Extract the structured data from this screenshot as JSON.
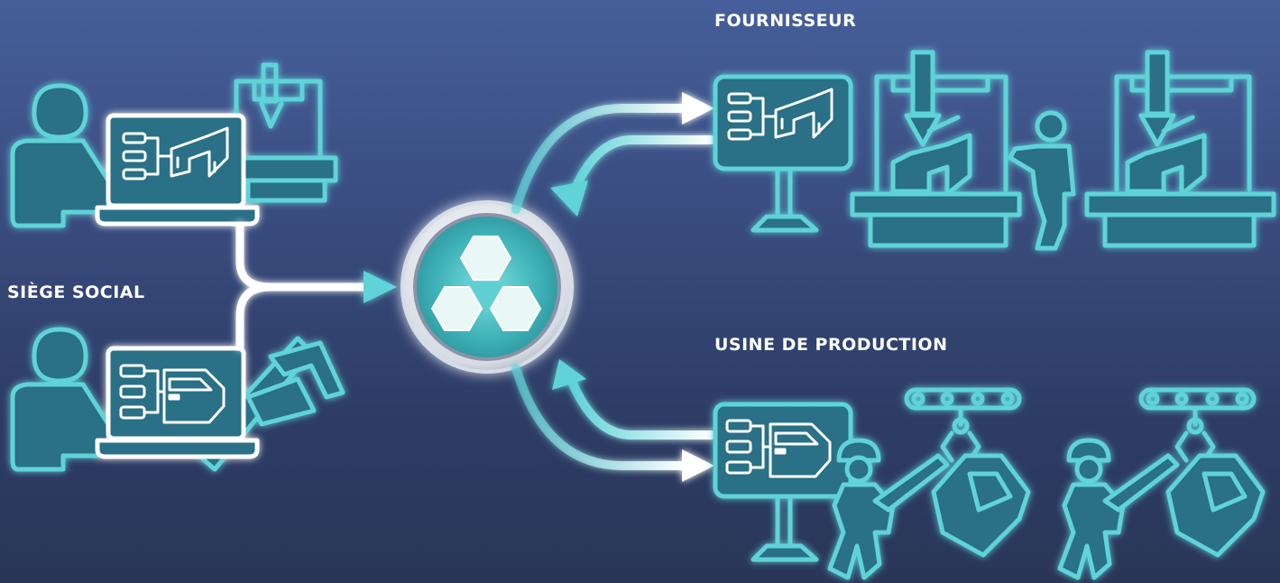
{
  "labels": {
    "headquarters": "SIÈGE SOCIAL",
    "supplier": "FOURNISSEUR",
    "plant": "USINE DE PRODUCTION"
  },
  "colors": {
    "background_top": "#465f9a",
    "background_bottom": "#293659",
    "line_cyan": "#5fd3d8",
    "glow": "#4de0e6",
    "fill_teal": "#2c7f8e",
    "arrow_white": "#ffffff"
  },
  "icons": {
    "hub": "network-hub-icon",
    "laptop": "laptop-icon",
    "monitor": "monitor-icon",
    "robot_arm": "robot-arm-icon",
    "caliper": "caliper-icon",
    "worker": "worker-icon",
    "conveyor": "conveyor-icon"
  }
}
